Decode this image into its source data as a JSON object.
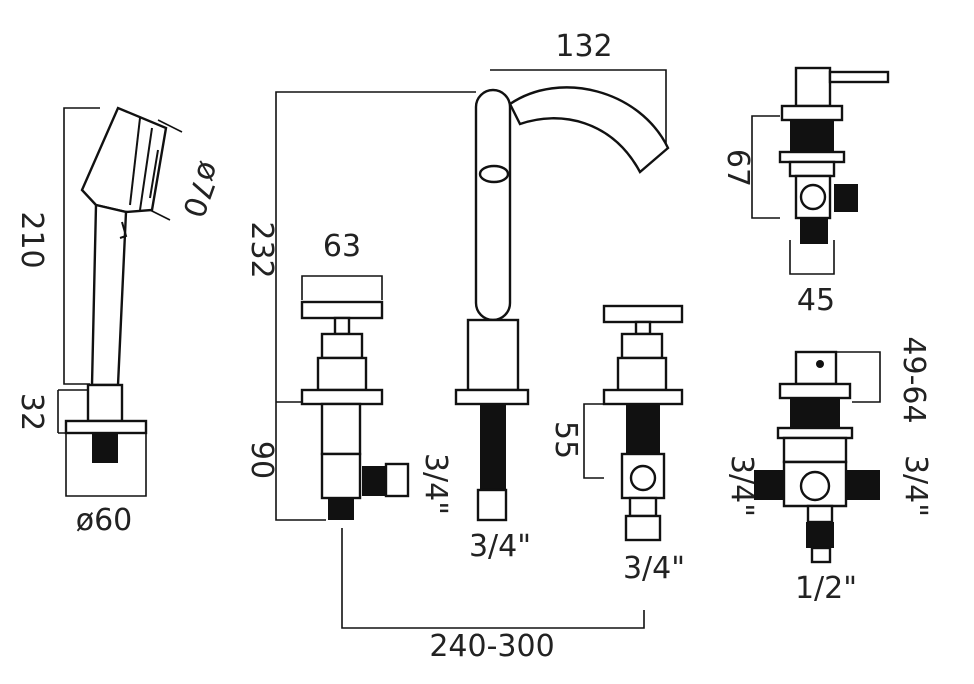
{
  "labels": {
    "spout_reach": "132",
    "total_height": "232",
    "handle_width": "63",
    "body_height": "90",
    "spout_thread": "3/4\"",
    "valve_thread_right": "3/4\"",
    "valve_thread_left": "3/4\"",
    "valve_drop": "55",
    "centres": "240-300",
    "handset_length": "210",
    "handset_head": "ø70",
    "handset_base_height": "32",
    "handset_base_diameter": "ø60",
    "diverter_height": "67",
    "diverter_width": "45",
    "diverter_range": "49-64",
    "diverter_thread_left": "3/4\"",
    "diverter_thread_right": "3/4\"",
    "diverter_thread_bottom": "1/2\""
  },
  "colors": {
    "line": "#111111",
    "fill": "#ffffff"
  }
}
